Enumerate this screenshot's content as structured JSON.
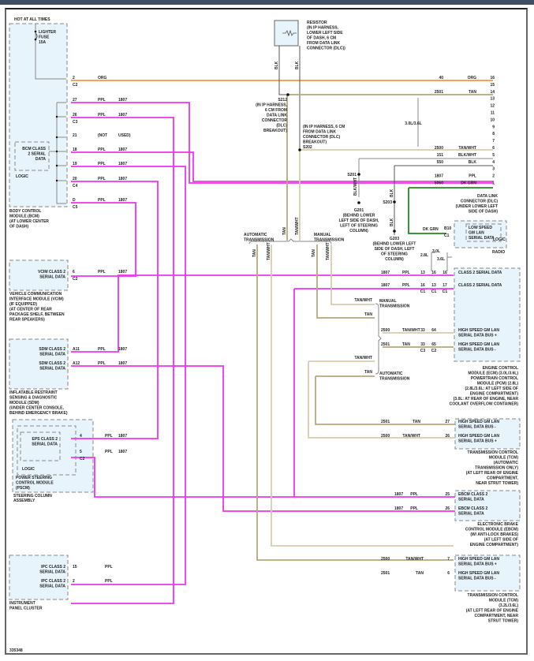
{
  "diagram": {
    "figure_id": "335348",
    "hot_label": "HOT AT ALL TIMES",
    "fuse": [
      "LIGHTER",
      "FUSE",
      "15A"
    ],
    "resistor": [
      "RESISTOR",
      "(IN IP HARNESS,",
      "LOWER LEFT SIDE",
      "OF DASH, 6 CM",
      "FROM DATA LINK",
      "CONNECTOR (DLC))"
    ],
    "splice_s212": [
      "S212",
      "(IN IP HARNESS,",
      "6 CM FROM",
      "DATA LINK",
      "CONNECTOR",
      "(DLC)",
      "BREAKOUT)"
    ],
    "splice_s202": [
      "(IN IP HARNESS, 6 CM",
      "FROM DATA LINK",
      "CONNECTOR (DLC)",
      "BREAKOUT)",
      "S202"
    ],
    "ground_g201": [
      "G201",
      "(BEHIND LOWER",
      "LEFT SIDE OF DASH,",
      "LEFT OF STEERING",
      "COLUMN)"
    ],
    "ground_g203": [
      "G203",
      "(BEHIND LOWER LEFT",
      "SIDE OF DASH, LEFT",
      "OF STEERING",
      "COLUMN)"
    ],
    "s201": "S201",
    "s203": "S203",
    "engine_note": "3.0L/3.6L",
    "auto_trans": [
      "AUTOMATIC",
      "TRANSMISSION"
    ],
    "manual_trans": [
      "MANUAL",
      "TRANSMISSION"
    ],
    "wire_colors": {
      "ppl": "#ee33ee",
      "org": "#ee8822",
      "tan": "#b8a77c",
      "tanwht": "#d8ccb0",
      "blk": "#555555",
      "dkgrn": "#228822"
    },
    "bcm": {
      "name": [
        "BODY CONTROL",
        "MODULE (BCM)",
        "(AT LOWER CENTER",
        "OF DASH)"
      ],
      "inner": [
        "BCM CLASS",
        "2 SERIAL",
        "DATA"
      ],
      "logic": "LOGIC",
      "pins": [
        {
          "pin": "2",
          "color": "ORG",
          "circuit": "",
          "conn": "C2"
        },
        {
          "pin": "27",
          "color": "PPL",
          "circuit": "1807",
          "conn": ""
        },
        {
          "pin": "26",
          "color": "PPL",
          "circuit": "1807",
          "conn": "C3"
        },
        {
          "pin": "21",
          "color": "(NOT",
          "circuit": "USED)",
          "conn": ""
        },
        {
          "pin": "18",
          "color": "PPL",
          "circuit": "1807",
          "conn": ""
        },
        {
          "pin": "19",
          "color": "PPL",
          "circuit": "1807",
          "conn": ""
        },
        {
          "pin": "20",
          "color": "PPL",
          "circuit": "1807",
          "conn": "C4"
        },
        {
          "pin": "D",
          "color": "PPL",
          "circuit": "1807",
          "conn": "C5"
        }
      ]
    },
    "vcim": {
      "name": [
        "VEHICLE COMMUNICATION",
        "INTERFACE MODULE (VCIM)",
        "(IF EQUIPPED)",
        "(AT CENTER OF REAR",
        "PACKAGE SHELF, BETWEEN",
        "REAR SPEAKERS)"
      ],
      "inner": [
        "VCIM CLASS 2",
        "SERIAL DATA"
      ],
      "pin": "6",
      "color": "PPL",
      "circuit": "1807",
      "conn": "C2"
    },
    "sdm": {
      "name": [
        "INFLATABLE RESTRAINT",
        "SENSING & DIAGNOSTIC",
        "MODULE (SDM)",
        "(UNDER CENTER CONSOLE,",
        "BEHIND EMERGENCY BRAKE)"
      ],
      "pins": [
        {
          "label": [
            "SDM CLASS 2",
            "SERIAL DATA"
          ],
          "pin": "A11",
          "color": "PPL",
          "circuit": "1807"
        },
        {
          "label": [
            "SDM CLASS 2",
            "SERIAL DATA"
          ],
          "pin": "A12",
          "color": "PPL",
          "circuit": "1807"
        }
      ]
    },
    "pscm": {
      "name": [
        "POWER STEERING",
        "CONTROL MODULE",
        "(PSCM)"
      ],
      "assembly": "STEERING COLUMN",
      "assembly2": "ASSEMBLY",
      "inner": [
        "EPS CLASS 2",
        "SERIAL DATA"
      ],
      "logic": "LOGIC",
      "pins": [
        {
          "pin": "4",
          "color": "PPL",
          "circuit": "1807",
          "conn": ""
        },
        {
          "pin": "5",
          "color": "PPL",
          "circuit": "1807",
          "conn": "C2"
        }
      ]
    },
    "ipc": {
      "name": [
        "INSTRUMENT",
        "PANEL CLUSTER"
      ],
      "pins": [
        {
          "label": [
            "IPC CLASS 2",
            "SERIAL DATA"
          ],
          "pin": "15",
          "color": "PPL"
        },
        {
          "label": [
            "IPC CLASS 2",
            "SERIAL DATA"
          ],
          "pin": "2",
          "color": "PPL"
        }
      ]
    },
    "dlc": {
      "name": [
        "DATA LINK",
        "CONNECTOR (DLC)",
        "(UNDER LOWER LEFT",
        "SIDE OF DASH)"
      ],
      "pins": [
        {
          "pin": "16",
          "circuit": "40",
          "color": "ORG"
        },
        {
          "pin": "15",
          "circuit": "",
          "color": ""
        },
        {
          "pin": "14",
          "circuit": "2501",
          "color": "TAN"
        },
        {
          "pin": "13",
          "circuit": "",
          "color": ""
        },
        {
          "pin": "12",
          "circuit": "",
          "color": ""
        },
        {
          "pin": "11",
          "circuit": "",
          "color": ""
        },
        {
          "pin": "10",
          "circuit": "",
          "color": ""
        },
        {
          "pin": "9",
          "circuit": "",
          "color": ""
        },
        {
          "pin": "8",
          "circuit": "",
          "color": ""
        },
        {
          "pin": "7",
          "circuit": "",
          "color": ""
        },
        {
          "pin": "6",
          "circuit": "2500",
          "color": "TAN/WHT"
        },
        {
          "pin": "5",
          "circuit": "151",
          "color": "BLK/WHT"
        },
        {
          "pin": "4",
          "circuit": "550",
          "color": "BLK"
        },
        {
          "pin": "3",
          "circuit": "",
          "color": ""
        },
        {
          "pin": "2",
          "circuit": "1807",
          "color": "PPL"
        },
        {
          "pin": "1",
          "circuit": "5060",
          "color": "DK GRN"
        }
      ]
    },
    "radio": {
      "name": "RADIO",
      "inner": [
        "LOW SPEED",
        "GM LAN",
        "SERIAL DATA"
      ],
      "logic": "LOGIC",
      "pin": "B10",
      "conn": "C1",
      "color": "DK GRN"
    },
    "ecm": {
      "name": [
        "ENGINE CONTROL",
        "MODULE (ECM)    (3.0L/3.6L)",
        "POWERTRAIN CONTROL",
        "MODULE (PCM)    (2.8L)",
        "(2.8L/3.6L: AT LEFT SIDE OF",
        "ENGINE COMPARTMENT)",
        "(3.0L: AT REAR OF ENGINE, NEAR",
        "COOLANT OVERFLOW CONTAINER)"
      ],
      "notes": [
        "3.0L",
        "3.6L",
        "2.8L"
      ],
      "rows": [
        {
          "label": "CLASS 2 SERIAL DATA",
          "circuit": "1807",
          "color": "PPL",
          "pins": [
            "13",
            "16",
            "16"
          ],
          "conns": [
            "",
            "",
            ""
          ]
        },
        {
          "label": "CLASS 2 SERIAL DATA",
          "circuit": "1807",
          "color": "PPL",
          "pins": [
            "16",
            "13",
            "17"
          ],
          "conns": [
            "C1",
            "C1",
            "C1"
          ]
        },
        {
          "label": [
            "HIGH SPEED GM LAN",
            "SERIAL DATA BUS +"
          ],
          "circuit": "2500",
          "color": "TAN/WHT",
          "pins": [
            "33",
            "64"
          ],
          "conns": [
            "",
            ""
          ]
        },
        {
          "label": [
            "HIGH SPEED GM LAN",
            "SERIAL DATA BUS -"
          ],
          "circuit": "2501",
          "color": "TAN",
          "pins": [
            "33",
            "65"
          ],
          "conns": [
            "C3",
            "C2"
          ]
        }
      ],
      "trans_wires": [
        {
          "color": "TAN/WHT",
          "group": "MANUAL TRANSMISSION"
        },
        {
          "color": "TAN",
          "group": "MANUAL TRANSMISSION"
        },
        {
          "color": "TAN/WHT",
          "group": "AUTOMATIC TRANSMISSION"
        },
        {
          "color": "TAN",
          "group": "AUTOMATIC TRANSMISSION"
        }
      ]
    },
    "tcm_auto": {
      "name": [
        "TRANSMISSION CONTROL",
        "MODULE (TCM)",
        "(AUTOMATIC",
        "TRANSMISSION ONLY)",
        "(AT LEFT REAR OF ENGINE",
        "COMPARTMENT,",
        "NEAR STRUT TOWER)"
      ],
      "rows": [
        {
          "label": [
            "HIGH SPEED GM LAN",
            "SERIAL DATA BUS -"
          ],
          "circuit": "2501",
          "color": "TAN",
          "pin": "27"
        },
        {
          "label": [
            "HIGH SPEED GM LAN",
            "SERIAL DATA BUS +"
          ],
          "circuit": "2500",
          "color": "TAN/WHT",
          "pin": "26"
        }
      ]
    },
    "ebcm": {
      "name": [
        "ELECTRONIC BRAKE",
        "CONTROL MODULE (EBCM)",
        "(W/ ANTI-LOCK BRAKES)",
        "(AT LEFT SIDE OF",
        "ENGINE COMPARTMENT)"
      ],
      "rows": [
        {
          "label": [
            "EBCM CLASS 2",
            "SERIAL DATA"
          ],
          "circuit": "1807",
          "color": "PPL",
          "pin": "25"
        },
        {
          "label": [
            "EBCM CLASS 2",
            "SERIAL DATA"
          ],
          "circuit": "1807",
          "color": "PPL",
          "pin": "26"
        }
      ]
    },
    "tcm_36": {
      "name": [
        "TRANSMISSION CONTROL",
        "MODULE (TCM)",
        "(3.2L/3.6L)",
        "(AT LEFT REAR OF ENGINE",
        "COMPARTMENT, NEAR",
        "STRUT TOWER)"
      ],
      "rows": [
        {
          "label": [
            "HIGH SPEED GM LAN",
            "SERIAL DATA BUS +"
          ],
          "circuit": "2500",
          "color": "TAN/WHT",
          "pin": "7"
        },
        {
          "label": [
            "HIGH SPEED GM LAN",
            "SERIAL DATA BUS -"
          ],
          "circuit": "2501",
          "color": "TAN",
          "pin": "6"
        }
      ]
    },
    "vertical_labels": {
      "blk": "BLK",
      "blkwht": "BLK/WHT",
      "tan": "TAN",
      "tanwht": "TAN/WHT"
    }
  }
}
